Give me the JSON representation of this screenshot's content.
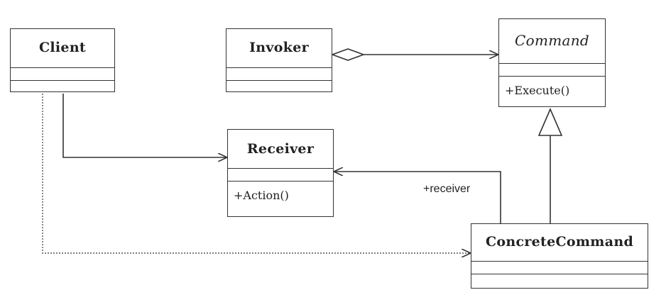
{
  "classes": {
    "client": {
      "name": "Client"
    },
    "invoker": {
      "name": "Invoker"
    },
    "command": {
      "name": "Command",
      "operation": "+Execute()"
    },
    "receiver": {
      "name": "Receiver",
      "operation": "+Action()"
    },
    "concrete_command": {
      "name": "ConcreteCommand"
    }
  },
  "labels": {
    "receiver_role": "+receiver"
  }
}
